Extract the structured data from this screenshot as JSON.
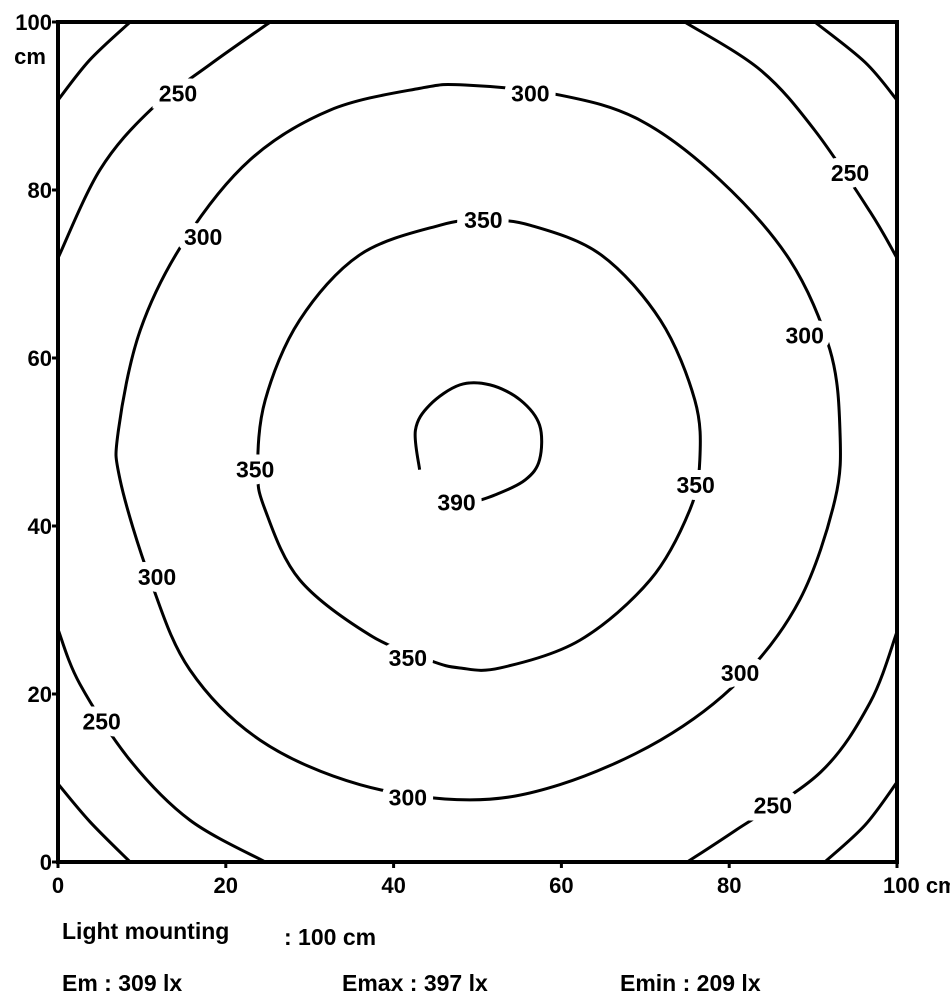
{
  "chart_data": {
    "type": "contour",
    "title": "",
    "xlabel": "cm",
    "ylabel": "cm",
    "xlim": [
      0,
      100
    ],
    "ylim": [
      0,
      100
    ],
    "x_ticks": [
      "0",
      "20",
      "40",
      "60",
      "80",
      "100 cm"
    ],
    "y_ticks": [
      "0",
      "20",
      "40",
      "60",
      "80",
      "100"
    ],
    "y_unit": "cm",
    "grid": false,
    "contours": [
      {
        "level": "390",
        "closed": true,
        "points": [
          [
            43.1,
            46.7
          ],
          [
            42.6,
            51.4
          ],
          [
            44.3,
            54.4
          ],
          [
            47.9,
            56.8
          ],
          [
            51.5,
            56.8
          ],
          [
            55.1,
            55.0
          ],
          [
            57.4,
            52.0
          ],
          [
            57.4,
            47.9
          ],
          [
            55.7,
            45.5
          ],
          [
            52.1,
            43.7
          ],
          [
            48.5,
            42.5
          ]
        ],
        "open_end": true,
        "labels": [
          [
            47.5,
            42.8
          ]
        ]
      },
      {
        "level": "350",
        "closed": true,
        "points": [
          [
            50.7,
            76.4
          ],
          [
            56.3,
            75.8
          ],
          [
            64.7,
            72.3
          ],
          [
            71.8,
            64.5
          ],
          [
            75.9,
            55.0
          ],
          [
            76.5,
            47.9
          ],
          [
            75.3,
            41.9
          ],
          [
            70.6,
            33.6
          ],
          [
            62.2,
            26.4
          ],
          [
            52.7,
            23.1
          ],
          [
            47.9,
            23.1
          ],
          [
            44.3,
            24.0
          ],
          [
            37.2,
            27.0
          ],
          [
            28.8,
            33.6
          ],
          [
            24.7,
            41.9
          ],
          [
            23.8,
            46.7
          ],
          [
            24.7,
            55.0
          ],
          [
            28.8,
            64.5
          ],
          [
            36.0,
            72.3
          ],
          [
            45.5,
            75.8
          ]
        ],
        "labels": [
          [
            50.7,
            76.4
          ],
          [
            76.0,
            44.9
          ],
          [
            41.7,
            24.3
          ],
          [
            23.5,
            46.7
          ]
        ]
      },
      {
        "level": "300",
        "closed": true,
        "points": [
          [
            48.5,
            92.5
          ],
          [
            59.8,
            91.3
          ],
          [
            69.4,
            88.3
          ],
          [
            78.9,
            81.2
          ],
          [
            87.2,
            71.7
          ],
          [
            92.0,
            61.0
          ],
          [
            93.2,
            51.4
          ],
          [
            92.6,
            43.1
          ],
          [
            88.4,
            31.2
          ],
          [
            81.3,
            21.7
          ],
          [
            71.8,
            14.5
          ],
          [
            59.8,
            9.2
          ],
          [
            49.1,
            7.4
          ],
          [
            36.0,
            9.2
          ],
          [
            24.1,
            14.5
          ],
          [
            15.7,
            22.9
          ],
          [
            11.0,
            33.6
          ],
          [
            7.4,
            45.5
          ],
          [
            7.2,
            51.4
          ],
          [
            9.8,
            63.3
          ],
          [
            15.1,
            74.0
          ],
          [
            22.9,
            83.6
          ],
          [
            32.4,
            89.5
          ],
          [
            43.1,
            92.1
          ]
        ],
        "labels": [
          [
            56.3,
            91.5
          ],
          [
            89.0,
            62.7
          ],
          [
            81.3,
            22.5
          ],
          [
            41.7,
            7.7
          ],
          [
            11.8,
            33.9
          ],
          [
            17.3,
            74.4
          ]
        ]
      },
      {
        "level": "250",
        "closed": false,
        "points": [
          [
            0,
            71.9
          ],
          [
            5.0,
            82.4
          ],
          [
            11.0,
            89.5
          ],
          [
            18.2,
            95.0
          ],
          [
            25.3,
            100
          ]
        ],
        "labels": [
          [
            14.3,
            91.5
          ]
        ]
      },
      {
        "level": "250",
        "closed": false,
        "points": [
          [
            74.7,
            100
          ],
          [
            83.7,
            94.3
          ],
          [
            90.2,
            87.1
          ],
          [
            96.8,
            77.4
          ],
          [
            100,
            71.9
          ]
        ],
        "labels": [
          [
            94.4,
            82.0
          ]
        ]
      },
      {
        "level": "250",
        "closed": false,
        "points": [
          [
            0,
            27.7
          ],
          [
            2.6,
            21.2
          ],
          [
            8.6,
            12.1
          ],
          [
            15.7,
            5.0
          ],
          [
            24.7,
            0
          ]
        ],
        "labels": [
          [
            5.2,
            16.7
          ]
        ]
      },
      {
        "level": "250",
        "closed": false,
        "points": [
          [
            100,
            27.4
          ],
          [
            96.8,
            19.0
          ],
          [
            90.9,
            10.7
          ],
          [
            80.8,
            3.8
          ],
          [
            75.0,
            0
          ]
        ],
        "labels": [
          [
            85.2,
            6.7
          ]
        ]
      },
      {
        "level": "",
        "closed": false,
        "points": [
          [
            0,
            90.7
          ],
          [
            3.8,
            95.5
          ],
          [
            8.6,
            100
          ]
        ],
        "labels": []
      },
      {
        "level": "",
        "closed": false,
        "points": [
          [
            90.2,
            100
          ],
          [
            96.2,
            95.2
          ],
          [
            100,
            90.7
          ]
        ],
        "labels": []
      },
      {
        "level": "",
        "closed": false,
        "points": [
          [
            0,
            9.3
          ],
          [
            3.8,
            4.8
          ],
          [
            8.6,
            0
          ]
        ],
        "labels": []
      },
      {
        "level": "",
        "closed": false,
        "points": [
          [
            100,
            9.5
          ],
          [
            96.2,
            4.4
          ],
          [
            91.4,
            0
          ]
        ],
        "labels": []
      }
    ]
  },
  "info": {
    "mounting_label": "Light mounting",
    "mounting_value": ": 100 cm",
    "em": "Em : 309 lx",
    "emax": "Emax : 397 lx",
    "emin": "Emin : 209 lx"
  }
}
